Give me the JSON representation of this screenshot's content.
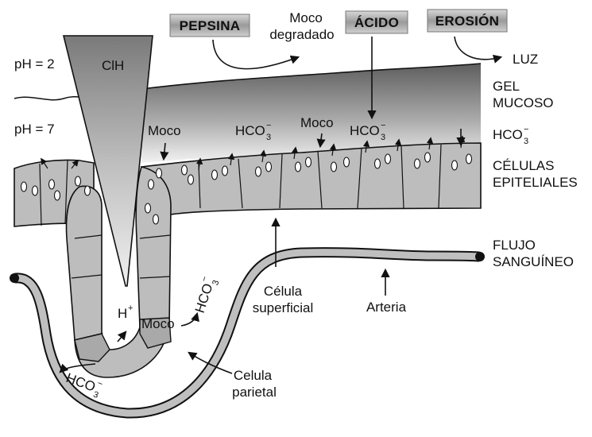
{
  "boxes": {
    "pepsina": "PEPSINA",
    "acido": "ÁCIDO",
    "erosion": "EROSIÓN"
  },
  "labels": {
    "moco_degradado_1": "Moco",
    "moco_degradado_2": "degradado",
    "ph2": "pH = 2",
    "ph7": "pH = 7",
    "cih": "ClH",
    "luz": "LUZ",
    "gel_1": "GEL",
    "gel_2": "MUCOSO",
    "hco3_right": "HCO",
    "celulas_1": "CÉLULAS",
    "celulas_2": "EPITELIALES",
    "flujo_1": "FLUJO",
    "flujo_2": "SANGUÍNEO",
    "moco_left": "Moco",
    "moco_mid": "Moco",
    "hco3_a": "HCO",
    "hco3_b": "HCO",
    "hco3_pit": "HCO",
    "hco3_bottom": "HCO",
    "h_plus": "H",
    "moco_pit": "Moco",
    "celula_sup_1": "Célula",
    "celula_sup_2": "superficial",
    "arteria": "Arteria",
    "celula_par_1": "Celula",
    "celula_par_2": "parietal",
    "sub3": "3",
    "supminus": "−",
    "supplus": "+"
  },
  "colors": {
    "cell_fill": "#b9b9b9",
    "mucus_dark": "#6a6a6a",
    "mucus_light": "#e6e6e6",
    "box_fill": "#a9a9a9",
    "stroke": "#111111"
  }
}
